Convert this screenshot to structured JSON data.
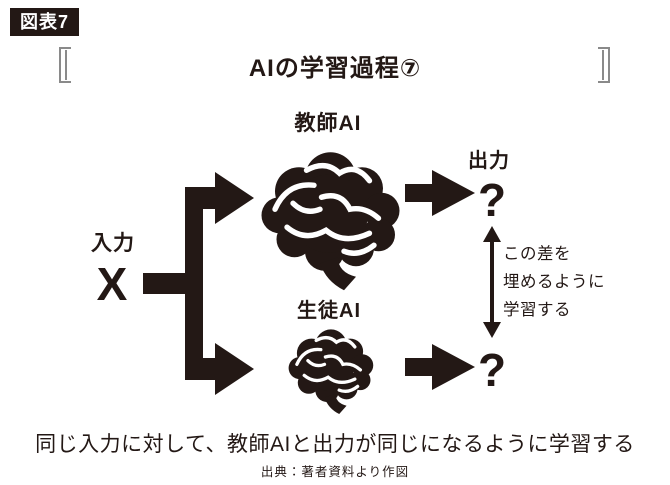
{
  "figure": {
    "badge": "図表7",
    "title": "AIの学習過程⑦",
    "input_label": "入力",
    "input_value": "X",
    "teacher_label": "教師AI",
    "student_label": "生徒AI",
    "output_label": "出力",
    "teacher_output_value": "?",
    "student_output_value": "?",
    "gap_note_lines": [
      "この差を",
      "埋めるように",
      "学習する"
    ],
    "caption": "同じ入力に対して、教師AIと出力が同じになるように学習する",
    "source": "出典：著者資料より作図",
    "colors": {
      "ink": "#231815",
      "bracket": "#8a8a8a",
      "background": "#ffffff"
    }
  }
}
